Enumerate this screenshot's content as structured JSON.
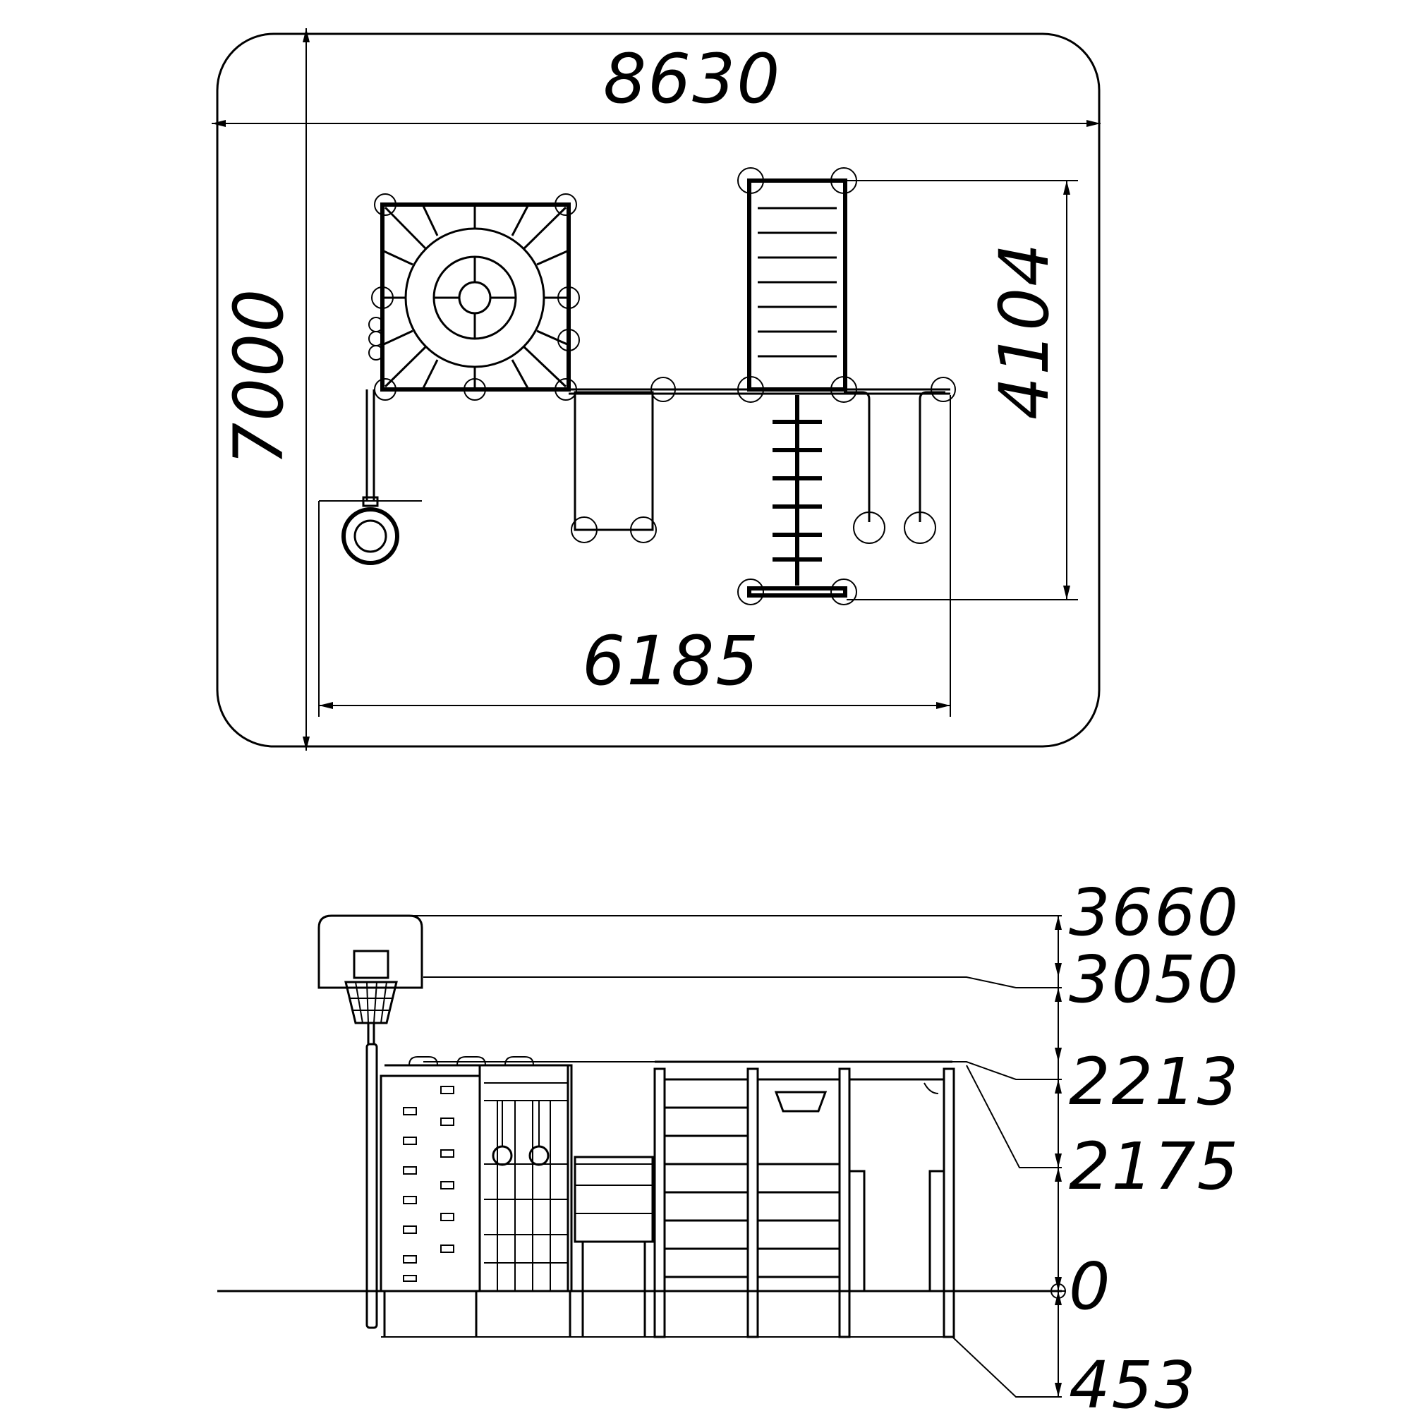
{
  "plan": {
    "overall_width": "8630",
    "overall_depth": "7000",
    "equipment_depth": "4104",
    "equipment_width": "6185"
  },
  "elevation": {
    "levels": [
      "3660",
      "3050",
      "2213",
      "2175",
      "0",
      "453"
    ]
  },
  "colors": {
    "line": "#000000",
    "background": "#ffffff"
  }
}
